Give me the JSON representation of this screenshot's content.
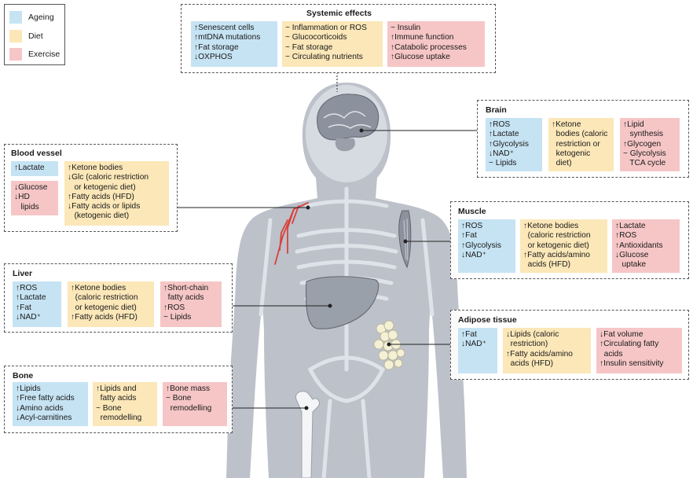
{
  "legend": {
    "ageing": "Ageing",
    "diet": "Diet",
    "exercise": "Exercise"
  },
  "colors": {
    "ageing": "#c6e3f3",
    "diet": "#fbe7b8",
    "exercise": "#f6c6c6",
    "body": "#b9bec8",
    "vessel": "#d9413a"
  },
  "systemic": {
    "title": "Systemic effects",
    "ageing": [
      "↑Senescent cells",
      "↑mtDNA mutations",
      "↑Fat storage",
      "↓OXPHOS"
    ],
    "diet": [
      "~ Inflammation or ROS",
      "~ Glucocorticoids",
      "~ Fat storage",
      "~ Circulating nutrients"
    ],
    "exercise": [
      "~ Insulin",
      "↑Immune function",
      "↑Catabolic processes",
      "↑Glucose uptake"
    ]
  },
  "brain": {
    "title": "Brain",
    "ageing": [
      "↑ROS",
      "↑Lactate",
      "↑Glycolysis",
      "↓NAD⁺",
      "~ Lipids"
    ],
    "diet": [
      "↑Ketone",
      "  bodies (caloric",
      "  restriction or",
      "  ketogenic",
      "  diet)"
    ],
    "exercise": [
      "↑Lipid",
      "   synthesis",
      "↑Glycogen",
      "~ Glycolysis",
      "   TCA cycle"
    ]
  },
  "blood_vessel": {
    "title": "Blood vessel",
    "ageing": [
      "↑Lactate"
    ],
    "diet": [
      "↑Ketone bodies",
      "↓Glc (caloric restriction",
      "   or ketogenic diet)",
      "↑Fatty acids (HFD)",
      "↓Fatty acids or lipids",
      "   (ketogenic diet)"
    ],
    "exercise": [
      "↓Glucose",
      "↓HD",
      "   lipids"
    ]
  },
  "muscle": {
    "title": "Muscle",
    "ageing": [
      "↑ROS",
      "↑Fat",
      "↑Glycolysis",
      "↓NAD⁺"
    ],
    "diet": [
      "↑Ketone bodies",
      "  (caloric restriction",
      "  or ketogenic diet)",
      "↑Fatty acids/amino",
      "  acids (HFD)"
    ],
    "exercise": [
      "↑Lactate",
      "↑ROS",
      "↑Antioxidants",
      "↓Glucose",
      "   uptake"
    ]
  },
  "liver": {
    "title": "Liver",
    "ageing": [
      "↑ROS",
      "↑Lactate",
      "↑Fat",
      "↓NAD⁺"
    ],
    "diet": [
      "↑Ketone bodies",
      "  (caloric restriction",
      "  or ketogenic diet)",
      "↑Fatty acids (HFD)"
    ],
    "exercise": [
      "↑Short-chain",
      "  fatty acids",
      "↑ROS",
      "~ Lipids"
    ]
  },
  "adipose": {
    "title": "Adipose tissue",
    "ageing": [
      "↑Fat",
      "↓NAD⁺"
    ],
    "diet": [
      "↓Lipids (caloric",
      "  restriction)",
      "↑Fatty acids/amino",
      "  acids (HFD)"
    ],
    "exercise": [
      "↓Fat volume",
      "↑Circulating fatty",
      "  acids",
      "↑Insulin sensitivity"
    ]
  },
  "bone": {
    "title": "Bone",
    "ageing": [
      "↑Lipids",
      "↑Free fatty acids",
      "↓Amino acids",
      "↓Acyl-carnitines"
    ],
    "diet": [
      "↑Lipids and",
      "  fatty acids",
      "~ Bone",
      "  remodelling"
    ],
    "exercise": [
      "↑Bone mass",
      "~ Bone",
      "  remodelling"
    ]
  }
}
